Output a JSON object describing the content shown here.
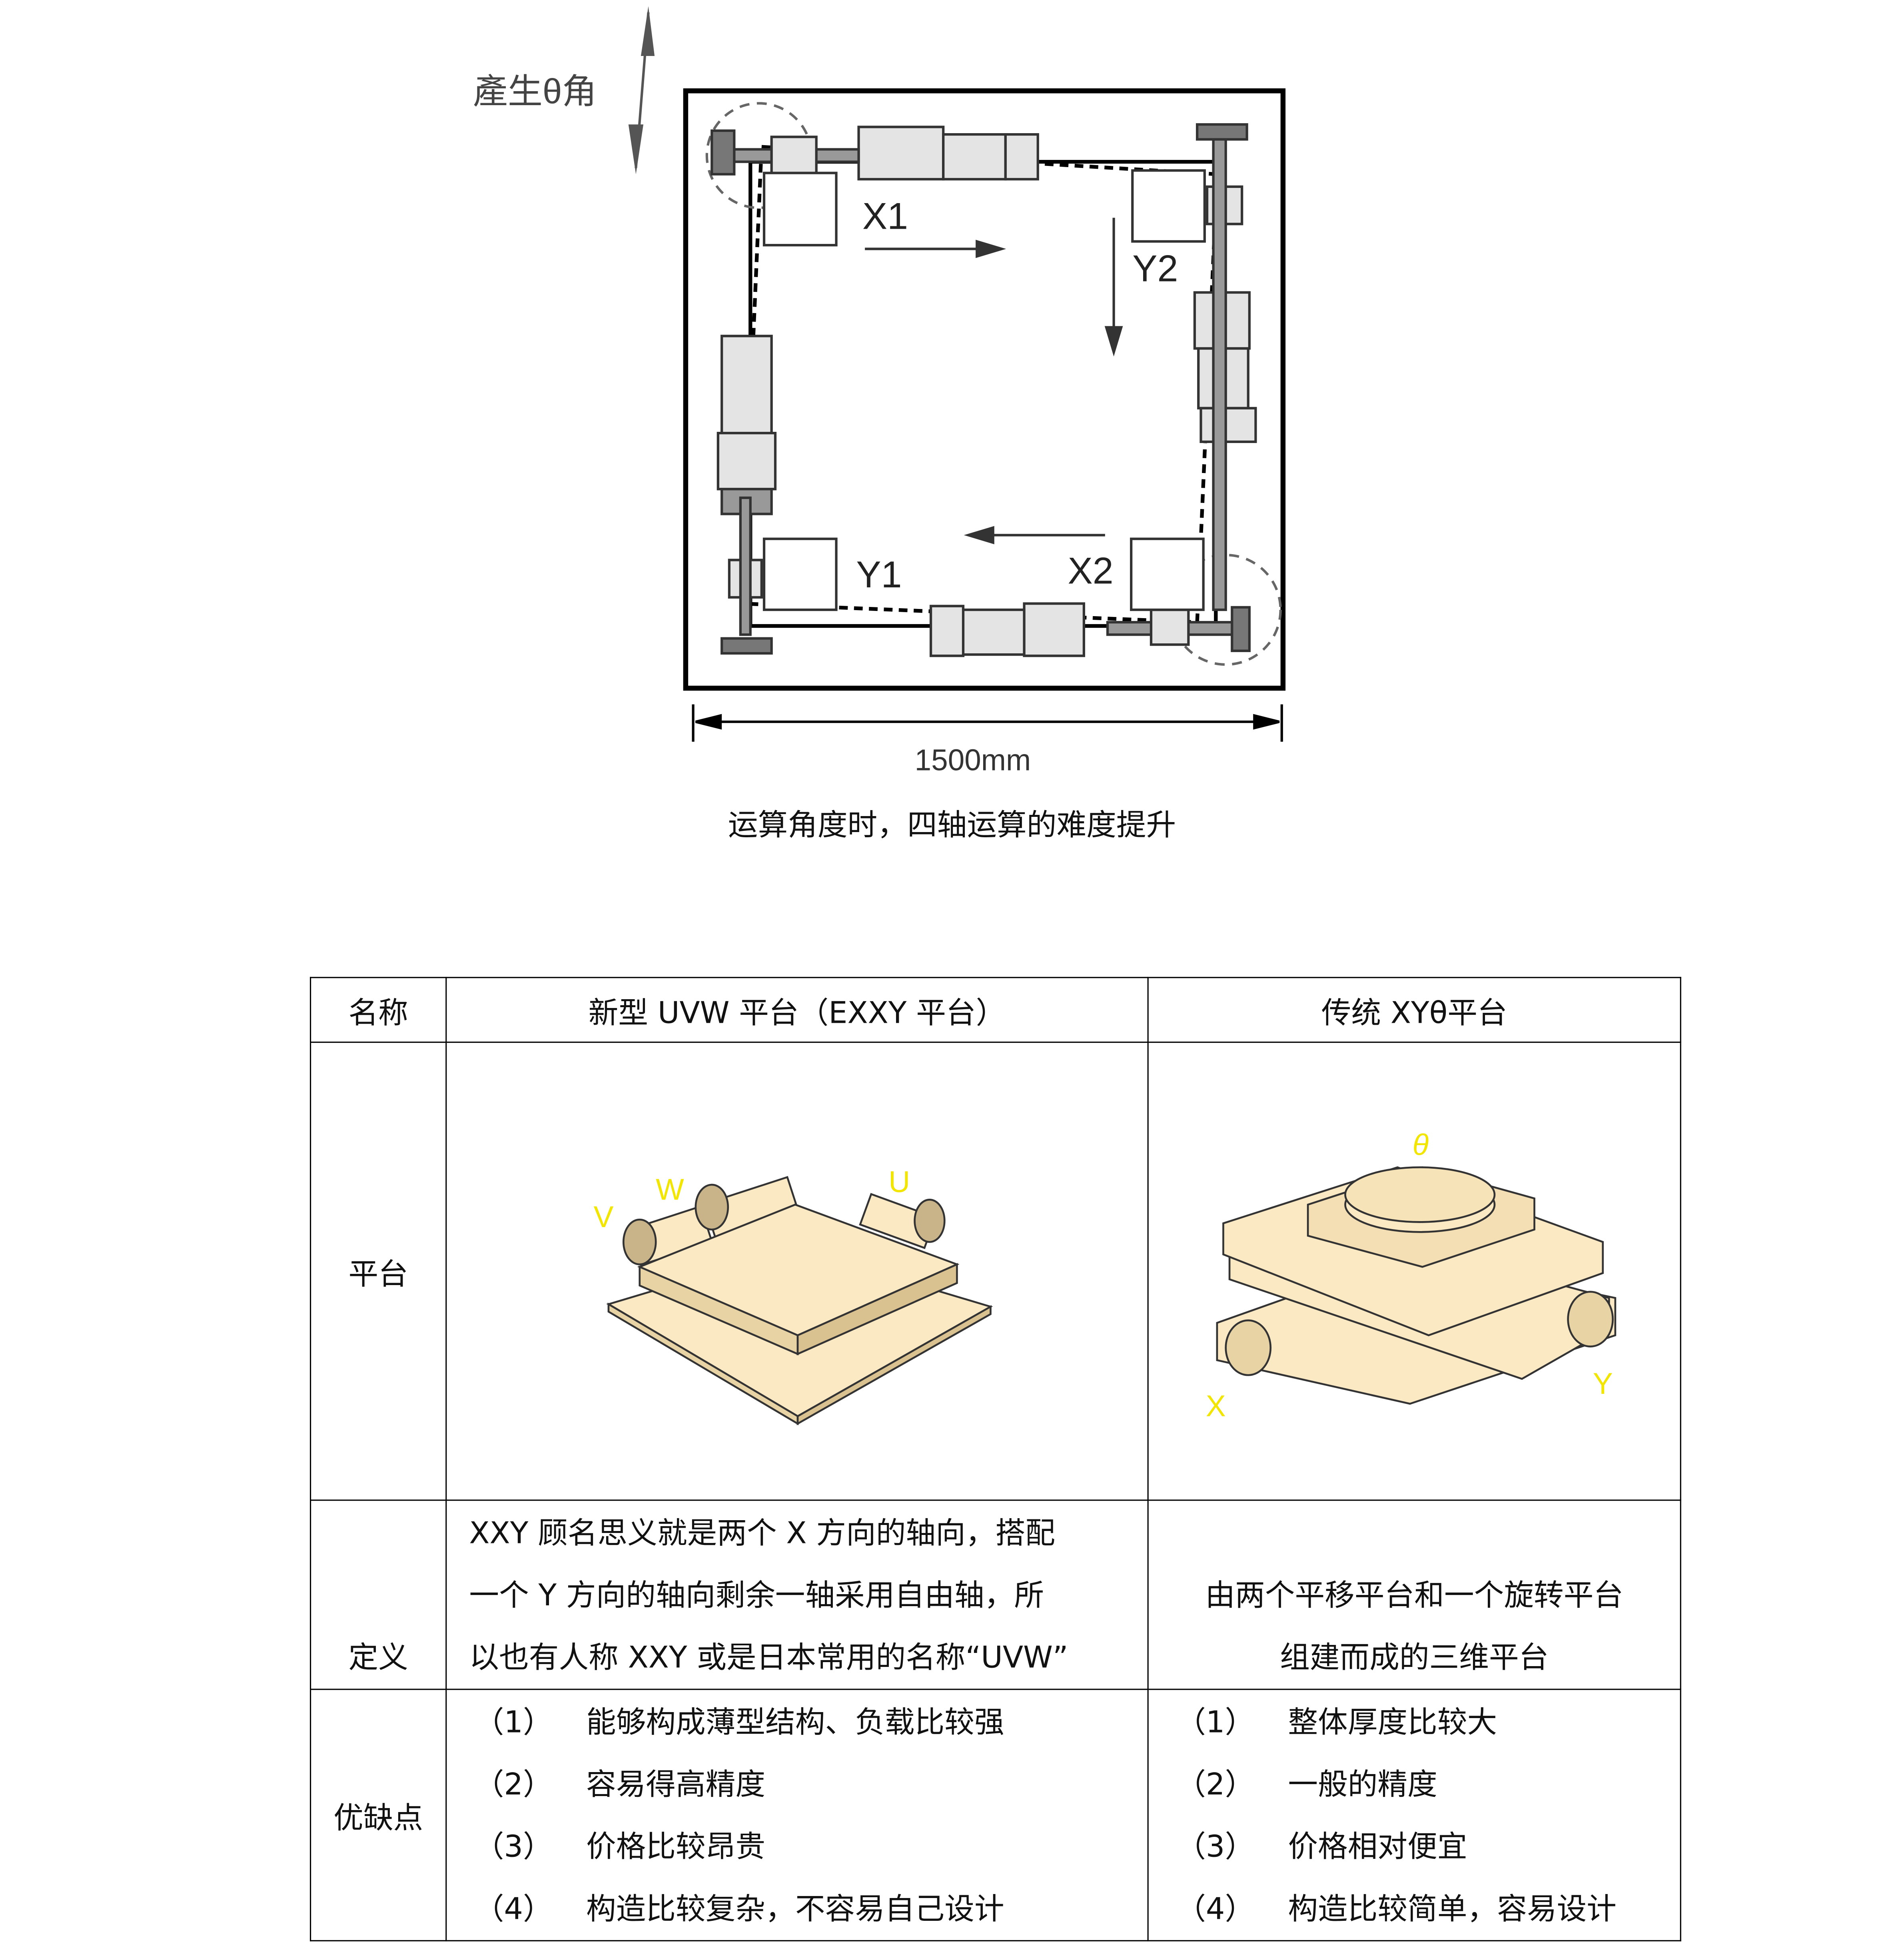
{
  "diagram": {
    "theta_label": "產生θ角",
    "axis_labels": {
      "x1": "X1",
      "y2": "Y2",
      "y1": "Y1",
      "x2": "X2"
    },
    "dimension": "1500mm",
    "caption": "运算角度时，四轴运算的难度提升"
  },
  "table": {
    "headers": {
      "name": "名称",
      "uvw": "新型 UVW 平台（EXXY 平台）",
      "xy": "传统 XYθ平台"
    },
    "platform_row": {
      "label": "平台",
      "uvw_axes": {
        "u": "U",
        "v": "V",
        "w": "W"
      },
      "xy_axes": {
        "x": "X",
        "y": "Y",
        "theta": "θ"
      }
    },
    "definition_row": {
      "label": "定义",
      "uvw_lines": [
        "XXY 顾名思义就是两个 X 方向的轴向，搭配",
        "一个 Y 方向的轴向剩余一轴采用自由轴，所",
        "以也有人称 XXY 或是日本常用的名称“UVW”"
      ],
      "xy_lines": [
        "由两个平移平台和一个旋转平台",
        "组建而成的三维平台"
      ]
    },
    "pros_cons_row": {
      "label": "优缺点",
      "uvw_items": [
        {
          "num": "（1）",
          "text": "能够构成薄型结构、负载比较强"
        },
        {
          "num": "（2）",
          "text": "容易得高精度"
        },
        {
          "num": "（3）",
          "text": "价格比较昂贵"
        },
        {
          "num": "（4）",
          "text": "构造比较复杂，不容易自己设计"
        }
      ],
      "xy_items": [
        {
          "num": "（1）",
          "text": "整体厚度比较大"
        },
        {
          "num": "（2）",
          "text": "一般的精度"
        },
        {
          "num": "（3）",
          "text": "价格相对便宜"
        },
        {
          "num": "（4）",
          "text": "构造比较简单，容易设计"
        }
      ]
    }
  },
  "colors": {
    "axis_label": "#f2e600",
    "platform_fill": "#fbe9c4",
    "platform_edge": "#333333"
  }
}
